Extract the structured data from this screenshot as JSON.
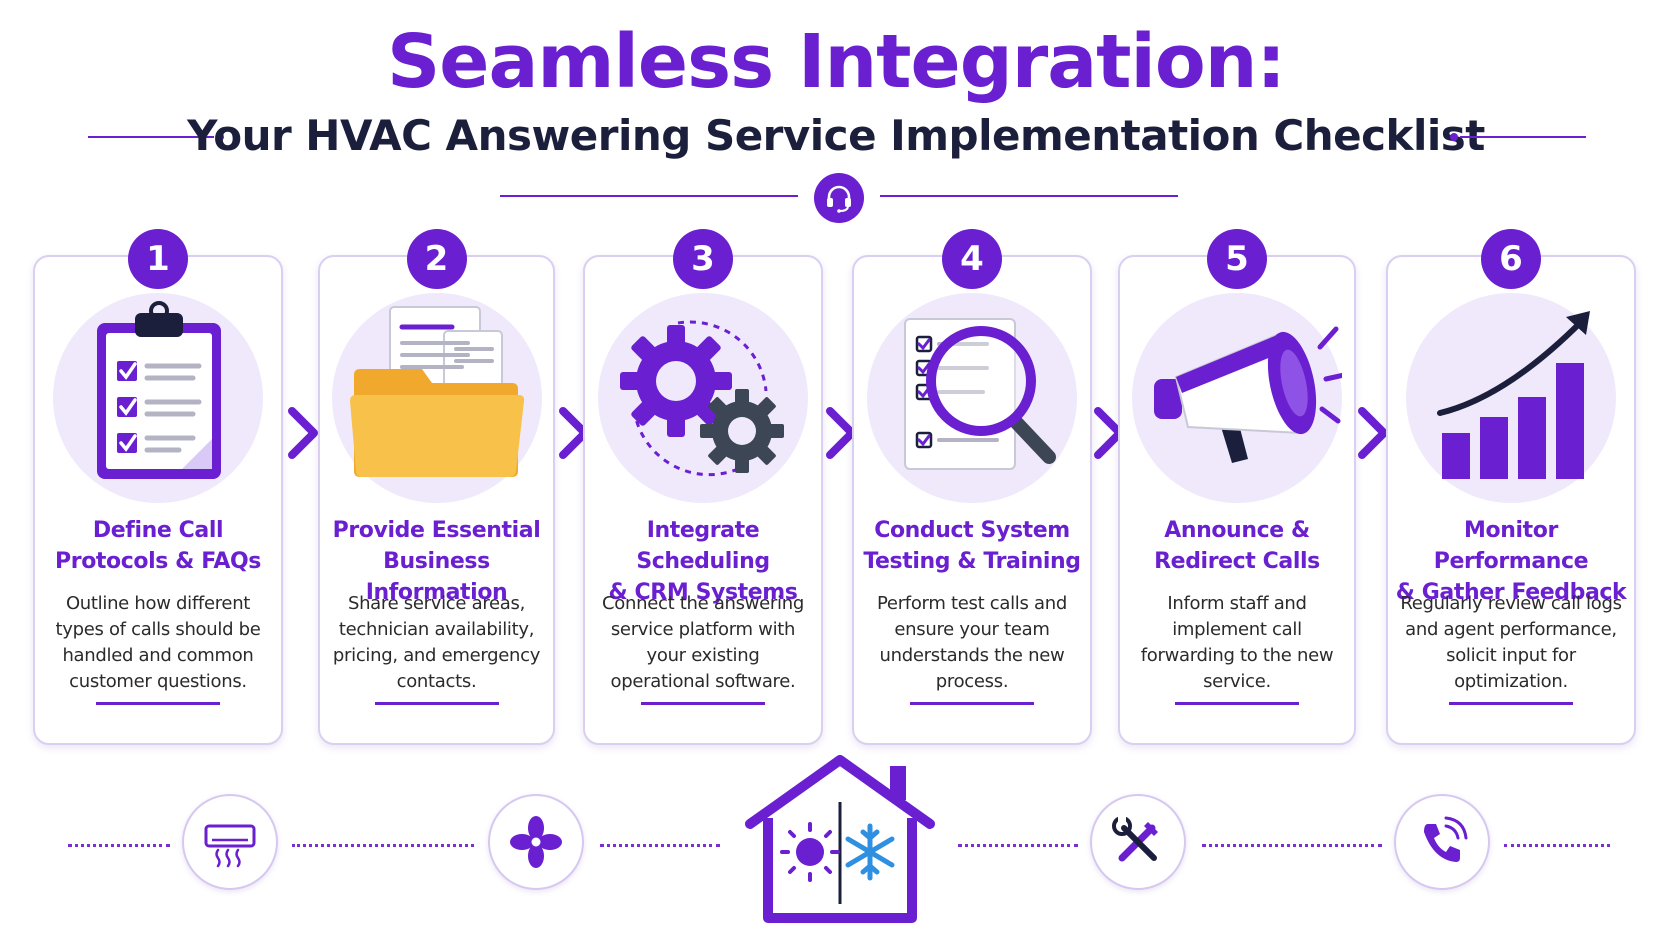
{
  "header": {
    "title": "Seamless Integration:",
    "subtitle": "Your HVAC Answering Service Implementation Checklist"
  },
  "colors": {
    "primary": "#6a1fd0",
    "dark_text": "#1b1f3b",
    "light_bg": "#efe9fb",
    "folder_yellow": "#f7c14a",
    "snow_blue": "#2f8fe0",
    "sun_purple": "#6a1fd0"
  },
  "steps": [
    {
      "number": "1",
      "title_line1": "Define Call",
      "title_line2": "Protocols & FAQs",
      "description": "Outline how different types of calls should be handled and common customer questions.",
      "icon": "clipboard-checklist-icon"
    },
    {
      "number": "2",
      "title_line1": "Provide Essential",
      "title_line2": "Business Information",
      "description": "Share service areas, technician availability, pricing, and emergency contacts.",
      "icon": "folder-documents-icon"
    },
    {
      "number": "3",
      "title_line1": "Integrate Scheduling",
      "title_line2": "& CRM Systems",
      "description": "Connect the answering service platform with your existing operational software.",
      "icon": "gears-icon"
    },
    {
      "number": "4",
      "title_line1": "Conduct System",
      "title_line2": "Testing & Training",
      "description": "Perform test calls and ensure your team understands the new process.",
      "icon": "magnifier-checklist-icon"
    },
    {
      "number": "5",
      "title_line1": "Announce &",
      "title_line2": "Redirect Calls",
      "description": "Inform staff and implement call forwarding to the new service.",
      "icon": "megaphone-icon"
    },
    {
      "number": "6",
      "title_line1": "Monitor Performance",
      "title_line2": "& Gather Feedback",
      "description": "Regularly review call logs and agent performance, solicit input for optimization.",
      "icon": "growth-chart-icon"
    }
  ],
  "footer_icons": [
    "air-conditioner-icon",
    "fan-icon",
    "house-heat-cool-icon",
    "tools-icon",
    "phone-ringing-icon"
  ]
}
